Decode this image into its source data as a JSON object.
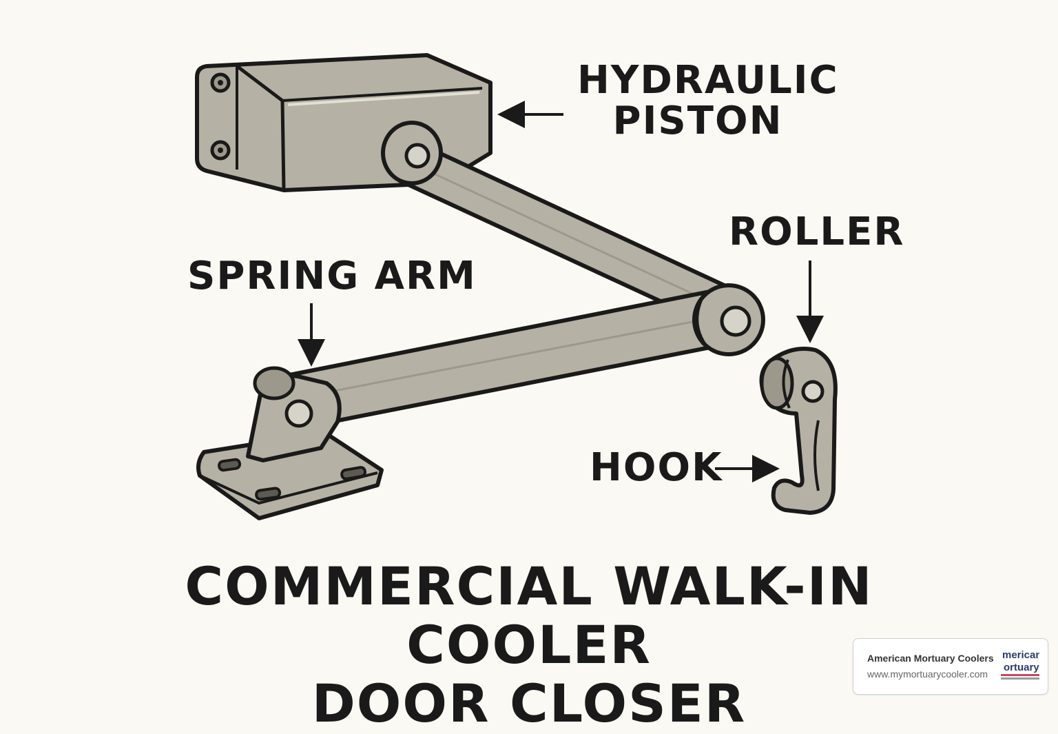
{
  "labels": {
    "hydraulic_piston_line1": "HYDRAULIC",
    "hydraulic_piston_line2": "PISTON",
    "roller": "ROLLER",
    "spring_arm": "SPRING ARM",
    "hook": "HOOK"
  },
  "title": {
    "line1": "COMMERCIAL WALK-IN COOLER",
    "line2": "DOOR CLOSER"
  },
  "badge": {
    "name": "American Mortuary Coolers",
    "url": "www.mymortuarycooler.com",
    "logo_line1": "merican",
    "logo_line2": "ortuary"
  },
  "colors": {
    "background": "#fbf9f3",
    "metal": "#b5b1a4",
    "metal_dark": "#9c988c",
    "outline": "#1a1a1a",
    "brand_navy": "#2a3b6b",
    "brand_red": "#c9485b"
  }
}
